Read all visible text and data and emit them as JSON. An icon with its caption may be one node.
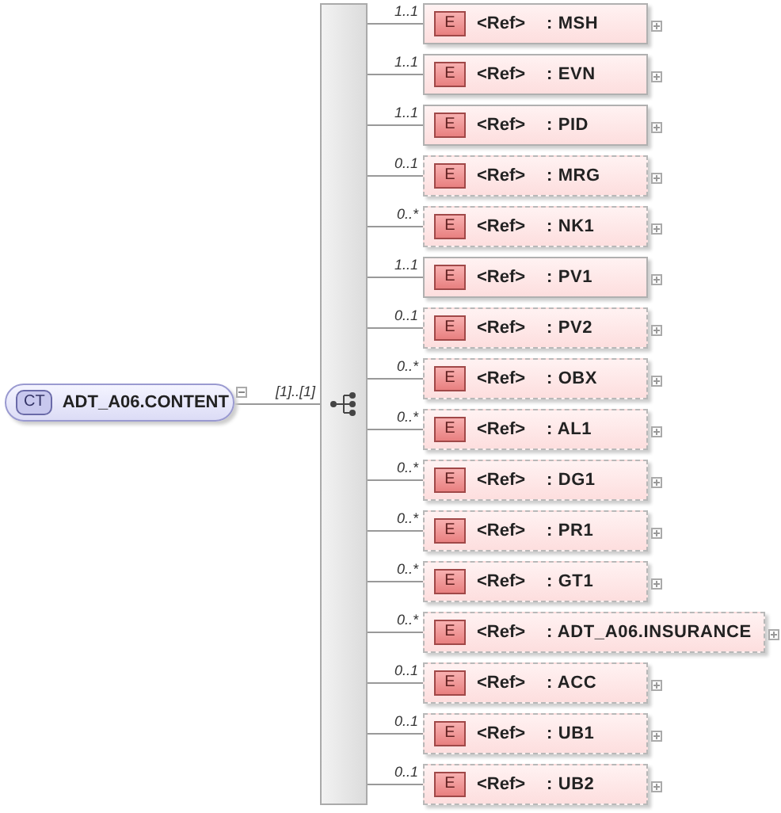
{
  "diagram": {
    "nodes": [
      {
        "text": [
          "CT",
          "ADT_A06.CONTENT"
        ]
      },
      {
        "text": [],
        "shape": "bar"
      },
      {
        "text": [
          "E",
          "<Ref>",
          ": MSH"
        ]
      },
      {
        "text": [
          "E",
          "<Ref>",
          ": EVN"
        ]
      },
      {
        "text": [
          "E",
          "<Ref>",
          ": PID"
        ]
      },
      {
        "text": [
          "E",
          "<Ref>",
          ": MRG"
        ]
      },
      {
        "text": [
          "E",
          "<Ref>",
          ": NK1"
        ]
      },
      {
        "text": [
          "E",
          "<Ref>",
          ": PV1"
        ]
      },
      {
        "text": [
          "E",
          "<Ref>",
          ": PV2"
        ]
      },
      {
        "text": [
          "E",
          "<Ref>",
          ": OBX"
        ]
      },
      {
        "text": [
          "E",
          "<Ref>",
          ": AL1"
        ]
      },
      {
        "text": [
          "E",
          "<Ref>",
          ": DG1"
        ]
      },
      {
        "text": [
          "E",
          "<Ref>",
          ": PR1"
        ]
      },
      {
        "text": [
          "E",
          "<Ref>",
          ": GT1"
        ]
      },
      {
        "text": [
          "E",
          "<Ref>",
          ": ADT_A06.INSURANCE"
        ]
      },
      {
        "text": [
          "E",
          "<Ref>",
          ": ACC"
        ]
      },
      {
        "text": [
          "E",
          "<Ref>",
          ": UB1"
        ]
      },
      {
        "text": [
          "E",
          "<Ref>",
          ": UB2"
        ]
      }
    ],
    "edges": [
      {
        "from": 0,
        "to": 1,
        "arrow": "none",
        "label": "[1]..[1]"
      },
      {
        "from": 1,
        "to": 2,
        "arrow": "none",
        "label": "1..1"
      },
      {
        "from": 1,
        "to": 3,
        "arrow": "none",
        "label": "1..1"
      },
      {
        "from": 1,
        "to": 4,
        "arrow": "none",
        "label": "1..1"
      },
      {
        "from": 1,
        "to": 5,
        "arrow": "none",
        "label": "0..1"
      },
      {
        "from": 1,
        "to": 6,
        "arrow": "none",
        "label": "0..*"
      },
      {
        "from": 1,
        "to": 7,
        "arrow": "none",
        "label": "1..1"
      },
      {
        "from": 1,
        "to": 8,
        "arrow": "none",
        "label": "0..1"
      },
      {
        "from": 1,
        "to": 9,
        "arrow": "none",
        "label": "0..*"
      },
      {
        "from": 1,
        "to": 10,
        "arrow": "none",
        "label": "0..*"
      },
      {
        "from": 1,
        "to": 11,
        "arrow": "none",
        "label": "0..*"
      },
      {
        "from": 1,
        "to": 12,
        "arrow": "none",
        "label": "0..*"
      },
      {
        "from": 1,
        "to": 13,
        "arrow": "none",
        "label": "0..*"
      },
      {
        "from": 1,
        "to": 14,
        "arrow": "none",
        "label": "0..*"
      },
      {
        "from": 1,
        "to": 15,
        "arrow": "none",
        "label": "0..1"
      },
      {
        "from": 1,
        "to": 16,
        "arrow": "none",
        "label": "0..1"
      },
      {
        "from": 1,
        "to": 17,
        "arrow": "none",
        "label": "0..1"
      }
    ]
  }
}
